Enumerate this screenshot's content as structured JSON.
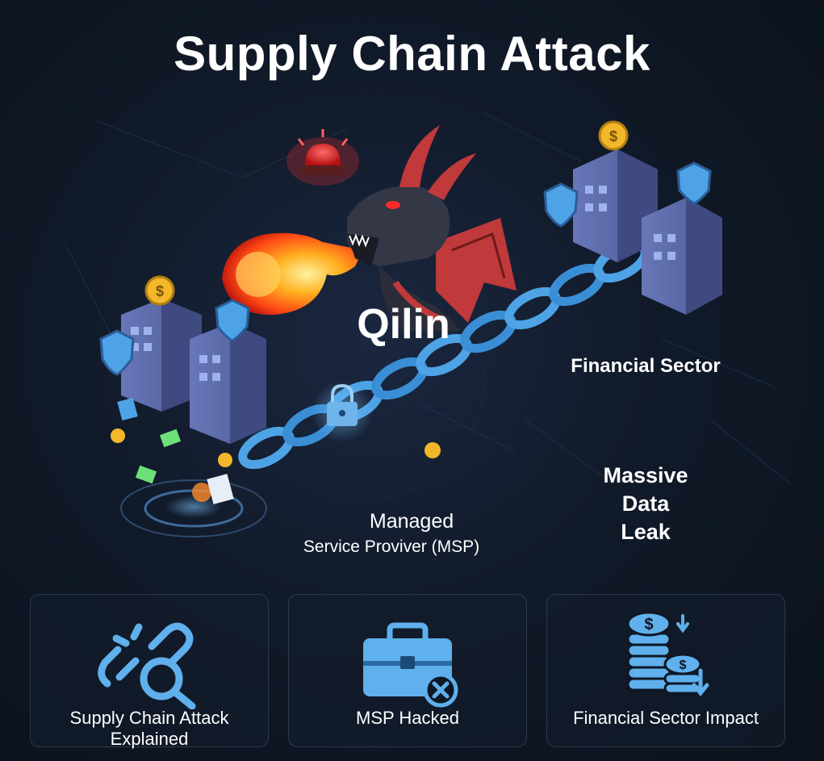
{
  "title": "Supply Chain Attack",
  "scene": {
    "attacker_label": "Qilin",
    "target_label": "Financial Sector",
    "leak_label": [
      "Massive",
      "Data",
      "Leak"
    ],
    "msp_label_line1": "Managed",
    "msp_label_line2": "Service Proviver (MSP)"
  },
  "cards": [
    {
      "label": "Supply Chain Attack Explained",
      "icon": "broken-chain-magnifier-icon"
    },
    {
      "label": "MSP Hacked",
      "icon": "briefcase-x-icon"
    },
    {
      "label": "Financial Sector Impact",
      "icon": "coin-stack-down-icon"
    }
  ],
  "colors": {
    "background": "#0f1724",
    "accent_blue": "#4da3e6",
    "building": "#5a6aa8",
    "fire": "#ff6a1a",
    "dragon": "#2b2d3a",
    "dragon_wing": "#c0393b"
  }
}
